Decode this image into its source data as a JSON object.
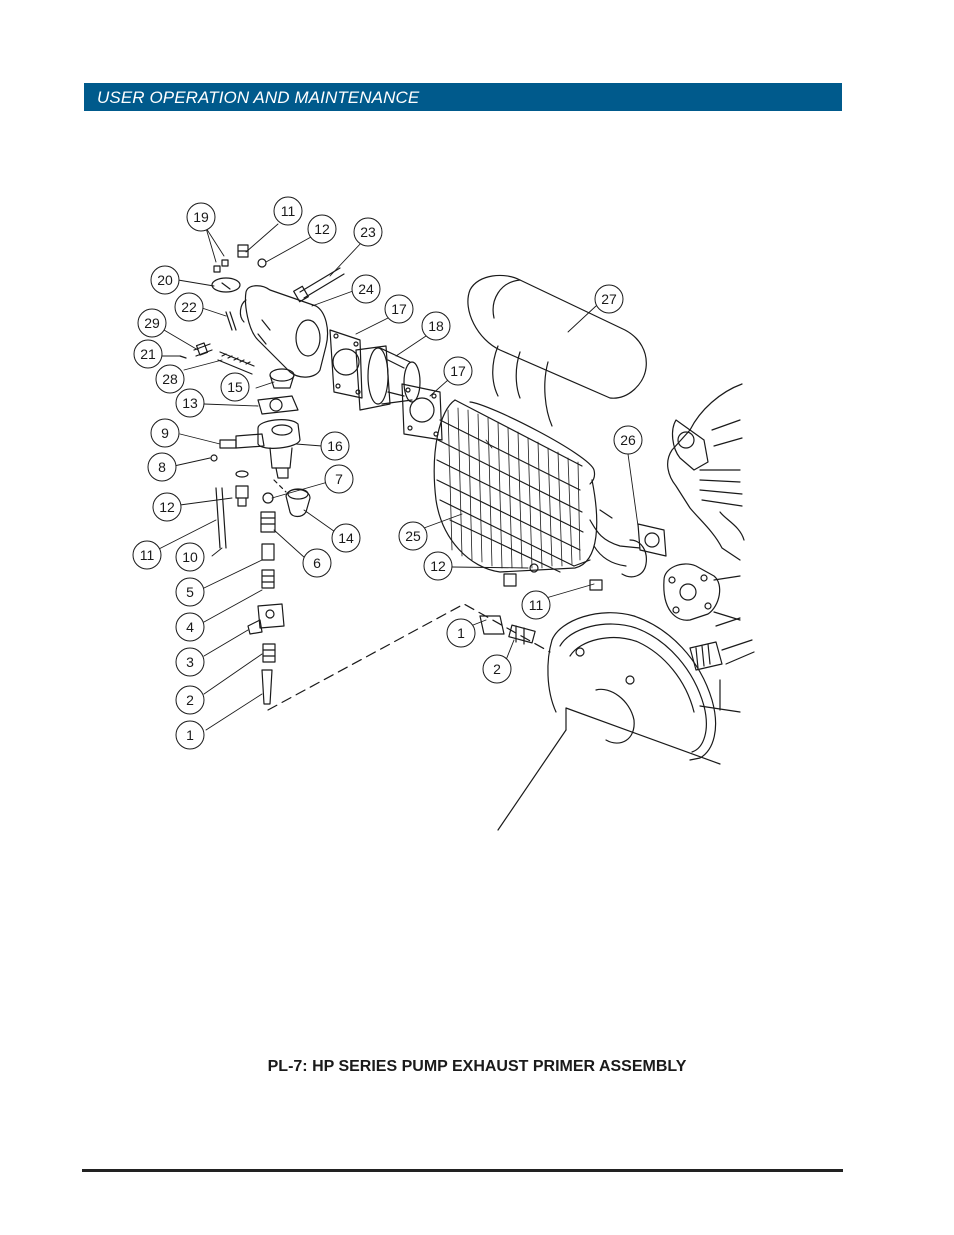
{
  "header": {
    "title": "USER OPERATION AND MAINTENANCE"
  },
  "caption": "PL-7:  HP SERIES PUMP EXHAUST PRIMER ASSEMBLY",
  "callouts": [
    "19",
    "11",
    "12",
    "23",
    "20",
    "24",
    "17",
    "18",
    "27",
    "22",
    "29",
    "21",
    "28",
    "15",
    "17",
    "13",
    "9",
    "16",
    "26",
    "8",
    "7",
    "12",
    "14",
    "25",
    "11",
    "10",
    "6",
    "12",
    "5",
    "11",
    "4",
    "1",
    "3",
    "2",
    "2",
    "1"
  ]
}
